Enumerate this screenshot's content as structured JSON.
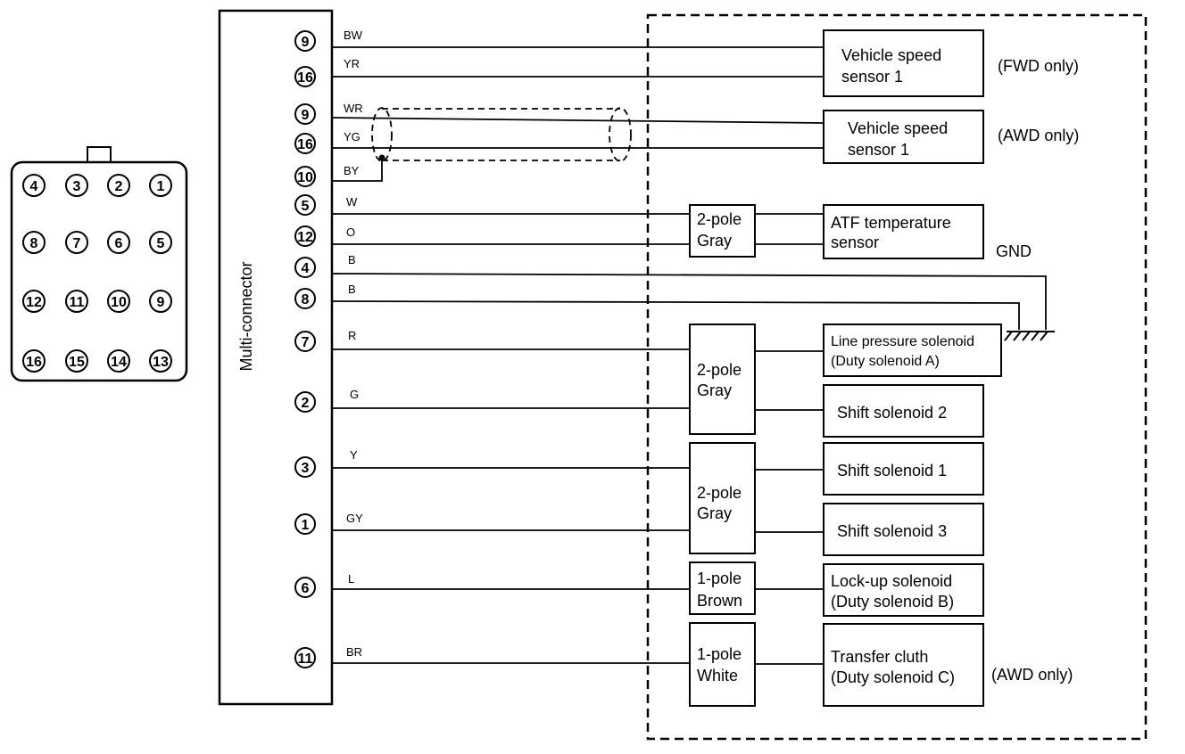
{
  "connector_face": {
    "rows": [
      [
        "4",
        "3",
        "2",
        "1"
      ],
      [
        "8",
        "7",
        "6",
        "5"
      ],
      [
        "12",
        "11",
        "10",
        "9"
      ],
      [
        "16",
        "15",
        "14",
        "13"
      ]
    ]
  },
  "multi_connector": {
    "label": "Multi-connector"
  },
  "wires": [
    {
      "pin": "9",
      "color": "BW"
    },
    {
      "pin": "16",
      "color": "YR"
    },
    {
      "pin": "9",
      "color": "WR"
    },
    {
      "pin": "16",
      "color": "YG"
    },
    {
      "pin": "10",
      "color": "BY"
    },
    {
      "pin": "5",
      "color": "W"
    },
    {
      "pin": "12",
      "color": "O"
    },
    {
      "pin": "4",
      "color": "B"
    },
    {
      "pin": "8",
      "color": "B"
    },
    {
      "pin": "7",
      "color": "R"
    },
    {
      "pin": "2",
      "color": "G"
    },
    {
      "pin": "3",
      "color": "Y"
    },
    {
      "pin": "1",
      "color": "GY"
    },
    {
      "pin": "6",
      "color": "L"
    },
    {
      "pin": "11",
      "color": "BR"
    }
  ],
  "connectors": [
    {
      "line1": "2-pole",
      "line2": "Gray"
    },
    {
      "line1": "2-pole",
      "line2": "Gray"
    },
    {
      "line1": "2-pole",
      "line2": "Gray"
    },
    {
      "line1": "1-pole",
      "line2": "Brown"
    },
    {
      "line1": "1-pole",
      "line2": "White"
    }
  ],
  "components": [
    {
      "line1": "Vehicle speed",
      "line2": "sensor 1"
    },
    {
      "line1": "Vehicle speed",
      "line2": "sensor 1"
    },
    {
      "line1": "ATF temperature",
      "line2": "sensor"
    },
    {
      "line1": "Line pressure solenoid",
      "line2": "(Duty solenoid A)"
    },
    {
      "line1": "Shift solenoid 2",
      "line2": ""
    },
    {
      "line1": "Shift solenoid 1",
      "line2": ""
    },
    {
      "line1": "Shift solenoid 3",
      "line2": ""
    },
    {
      "line1": "Lock-up solenoid",
      "line2": "(Duty solenoid B)"
    },
    {
      "line1": "Transfer cluth",
      "line2": "(Duty solenoid C)"
    }
  ],
  "notes": {
    "fwd_only": "(FWD only)",
    "awd_only_1": "(AWD only)",
    "gnd": "GND",
    "awd_only_2": "(AWD only)"
  }
}
